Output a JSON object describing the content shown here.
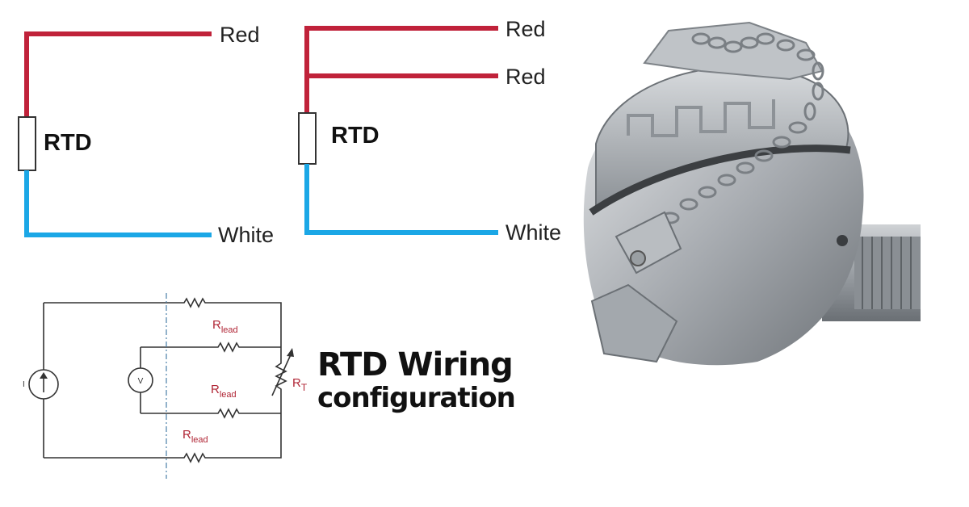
{
  "colors": {
    "red_wire": "#c0223a",
    "white_wire": "#1ba7e6",
    "lead_label": "#b02535",
    "circuit": "#333333",
    "background": "#ffffff"
  },
  "two_wire": {
    "top_label": "Red",
    "element_label": "RTD",
    "bottom_label": "White"
  },
  "three_wire": {
    "top_label_1": "Red",
    "top_label_2": "Red",
    "element_label": "RTD",
    "bottom_label": "White"
  },
  "circuit": {
    "source_label": "I",
    "meter_label": "V",
    "lead_1": {
      "main": "R",
      "sub": "lead"
    },
    "lead_2": {
      "main": "R",
      "sub": "lead"
    },
    "lead_3": {
      "main": "R",
      "sub": "lead"
    },
    "sensor": {
      "main": "R",
      "sub": "T"
    }
  },
  "headline": {
    "line1": "RTD Wiring",
    "line2": "configuration"
  },
  "photo": {
    "subject": "rtd-connection-head-with-chain",
    "icon": "photo-icon"
  }
}
